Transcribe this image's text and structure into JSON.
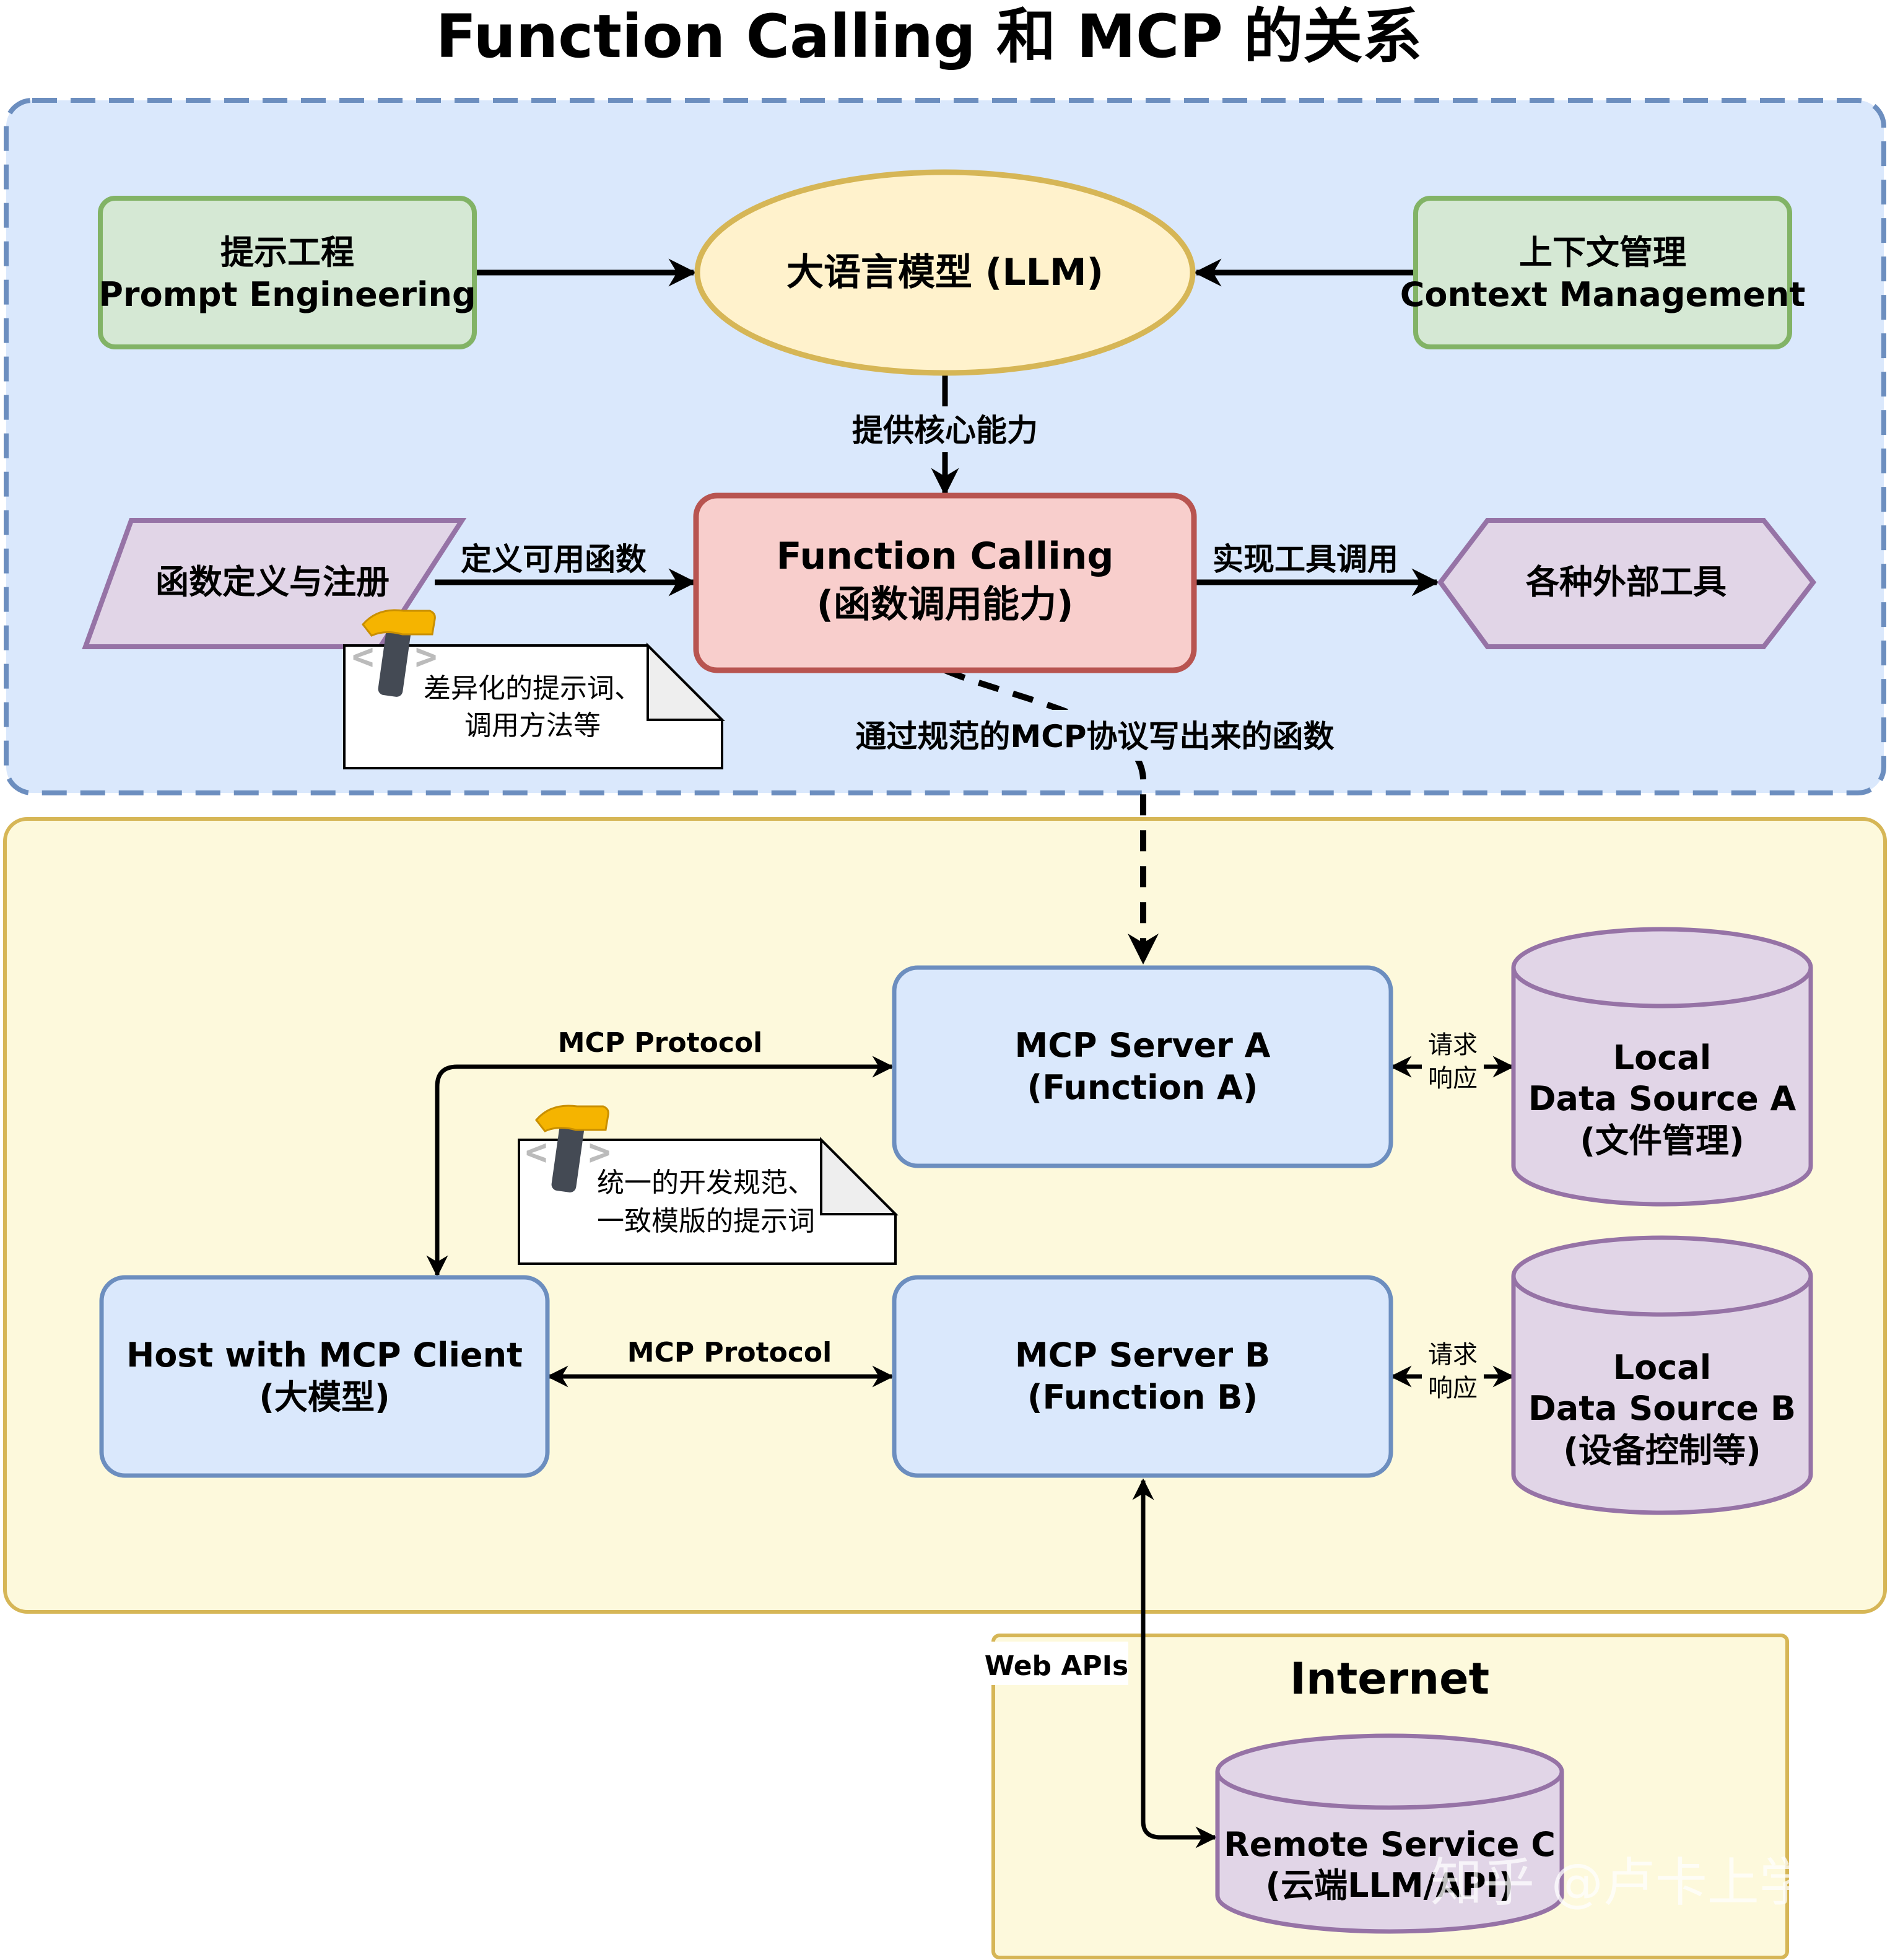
{
  "title": "Function Calling 和 MCP 的关系",
  "colors": {
    "top_region_fill": "#dae8fc",
    "top_region_stroke": "#6c8ebf",
    "bottom_region_fill": "#fdf9dc",
    "bottom_region_stroke": "#d6b656",
    "green_fill": "#d5e8d4",
    "green_stroke": "#82b366",
    "yellow_fill": "#fff2cc",
    "yellow_stroke": "#d6b656",
    "red_fill": "#f8cecc",
    "red_stroke": "#b85450",
    "purple_fill": "#e1d5e7",
    "purple_stroke": "#9673a6",
    "blue_fill": "#dae8fc",
    "blue_stroke": "#6c8ebf"
  },
  "nodes": {
    "prompt_engineering": {
      "line1": "提示工程",
      "line2": "Prompt Engineering"
    },
    "llm": {
      "label": "大语言模型 (LLM)"
    },
    "context_management": {
      "line1": "上下文管理",
      "line2": "Context Management"
    },
    "function_def": {
      "label": "函数定义与注册"
    },
    "function_calling": {
      "line1": "Function Calling",
      "line2": "(函数调用能力)"
    },
    "external_tools": {
      "label": "各种外部工具"
    },
    "note_top": {
      "line1": "差异化的提示词、",
      "line2": "调用方法等"
    },
    "mcp_server_a": {
      "line1": "MCP Server A",
      "line2": "(Function A)"
    },
    "data_source_a": {
      "line1": "Local",
      "line2": "Data Source A",
      "line3": "(文件管理)"
    },
    "note_bottom": {
      "line1": "统一的开发规范、",
      "line2": "一致模版的提示词"
    },
    "host": {
      "line1": "Host with MCP Client",
      "line2": "(大模型)"
    },
    "mcp_server_b": {
      "line1": "MCP Server B",
      "line2": "(Function B)"
    },
    "data_source_b": {
      "line1": "Local",
      "line2": "Data Source B",
      "line3": "(设备控制等)"
    },
    "internet": {
      "label": "Internet"
    },
    "remote_service": {
      "line1": "Remote Service C",
      "line2": "(云端LLM/API)"
    }
  },
  "edges": {
    "provide_core": "提供核心能力",
    "define_functions": "定义可用函数",
    "implement_tool_call": "实现工具调用",
    "via_mcp": "通过规范的MCP协议写出来的函数",
    "mcp_protocol_a": "MCP Protocol",
    "mcp_protocol_b": "MCP Protocol",
    "req_resp_a": {
      "line1": "请求",
      "line2": "响应"
    },
    "req_resp_b": {
      "line1": "请求",
      "line2": "响应"
    },
    "web_apis": "Web APIs"
  },
  "watermark": "知乎 @卢卡上学"
}
